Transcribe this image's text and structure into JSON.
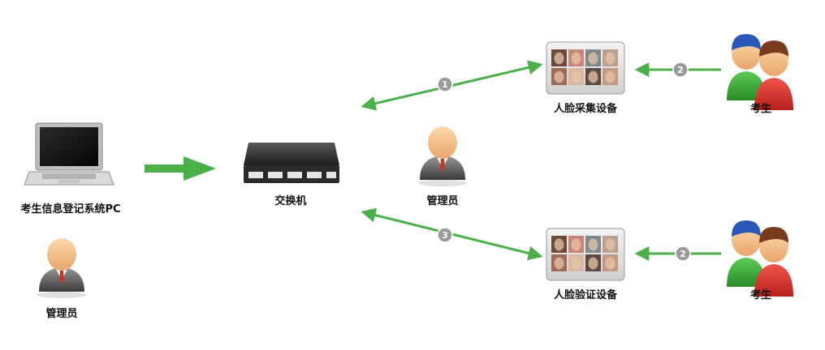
{
  "nodes": {
    "pc": "考生信息登记系统PC",
    "admin_left": "管理员",
    "switch": "交换机",
    "admin_center": "管理员",
    "face_capture": "人脸采集设备",
    "face_verify": "人脸验证设备",
    "examinee_top": "考生",
    "examinee_bottom": "考生"
  },
  "steps": {
    "step1": "1",
    "step2_top": "2",
    "step2_bottom": "2",
    "step3": "3"
  },
  "colors": {
    "arrow_green": "#4cb04a",
    "badge_gray": "#9a9a9a",
    "person_green": "#3aa535",
    "person_red": "#d8312b",
    "hair_blue": "#2b57b8",
    "hair_brown": "#7a3a1c",
    "skin": "#f3be8a"
  }
}
